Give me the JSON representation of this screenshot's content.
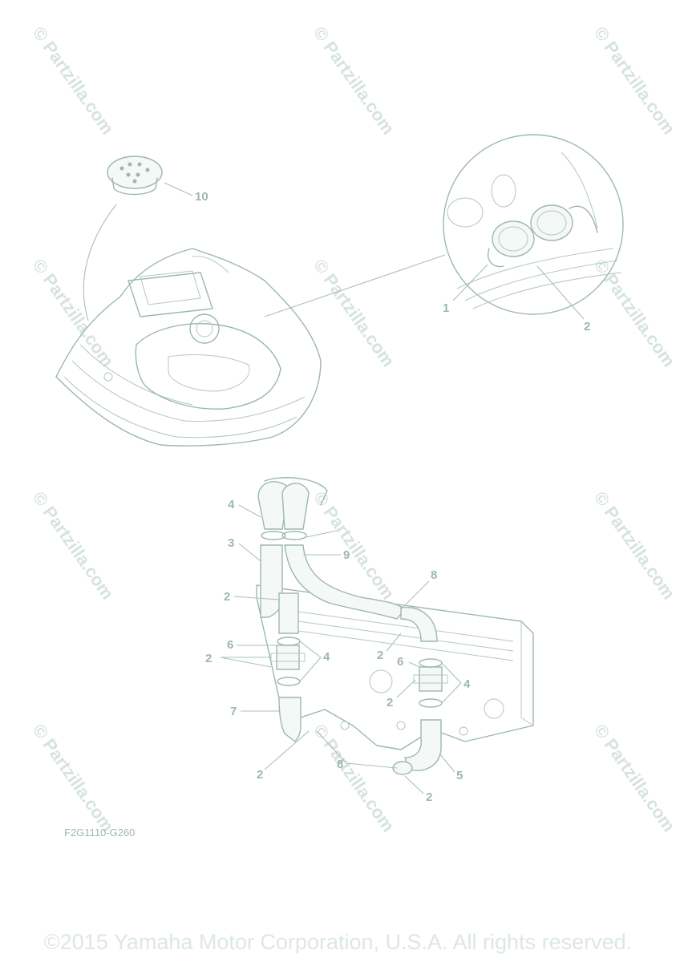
{
  "watermark": {
    "text": "© Partzilla.com"
  },
  "callouts": {
    "c10": "10",
    "c1": "1",
    "c2a": "2",
    "c4a": "4",
    "c3": "3",
    "c9": "9",
    "c8": "8",
    "c2b": "2",
    "c6a": "6",
    "c2c": "2",
    "c4b": "4",
    "c6b": "6",
    "c2d": "2",
    "c4c": "4",
    "c2e": "2",
    "c7": "7",
    "c2f": "2",
    "c8b": "8",
    "c5": "5",
    "c2g": "2"
  },
  "diagram_code": "F2G1110-G260",
  "copyright": "©2015 Yamaha Motor Corporation, U.S.A. All rights reserved."
}
